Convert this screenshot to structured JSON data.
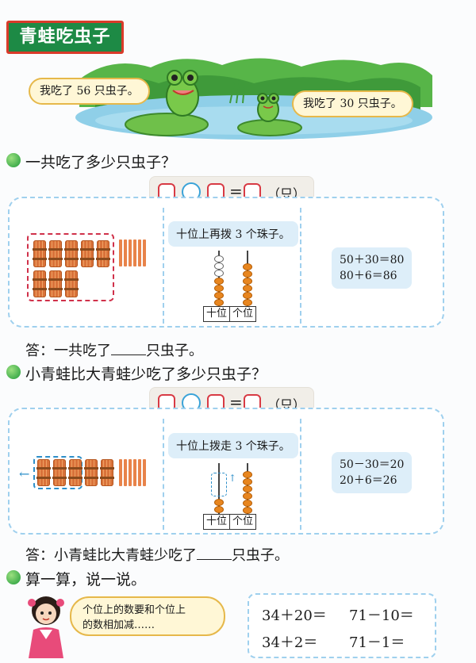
{
  "title": "青蛙吃虫子",
  "scene": {
    "speech_left": "我吃了 56 只虫子。",
    "speech_right": "我吃了 30 只虫子。"
  },
  "q1": {
    "question": "一共吃了多少只虫子？",
    "eq_eq": "=",
    "eq_unit": "（只）",
    "tip": "十位上再拨 3 个珠子。",
    "calc1": "50＋30＝80",
    "calc2": "80＋6＝86",
    "abacus_tens": "十位",
    "abacus_ones": "个位",
    "answer_pre": "答：一共吃了",
    "answer_post": "只虫子。"
  },
  "q2": {
    "question": "小青蛙比大青蛙少吃了多少只虫子？",
    "eq_eq": "=",
    "eq_unit": "（只）",
    "tip": "十位上拨走 3 个珠子。",
    "calc1": "50－30＝20",
    "calc2": "20＋6＝26",
    "abacus_tens": "十位",
    "abacus_ones": "个位",
    "answer_pre": "答：小青蛙比大青蛙少吃了",
    "answer_post": "只虫子。"
  },
  "q3": {
    "heading": "算一算，说一说。",
    "speech_line1": "个位上的数要和个位上",
    "speech_line2": "的数相加减……",
    "ex1": "34＋20＝",
    "ex2": "71－10＝",
    "ex3": "34＋2＝",
    "ex4": "71－1＝"
  },
  "colors": {
    "title_bg": "#1d8a45",
    "title_border": "#d93b2a",
    "square": "#d83a44",
    "circle": "#3aa3d8",
    "bead": "#e8861f"
  }
}
